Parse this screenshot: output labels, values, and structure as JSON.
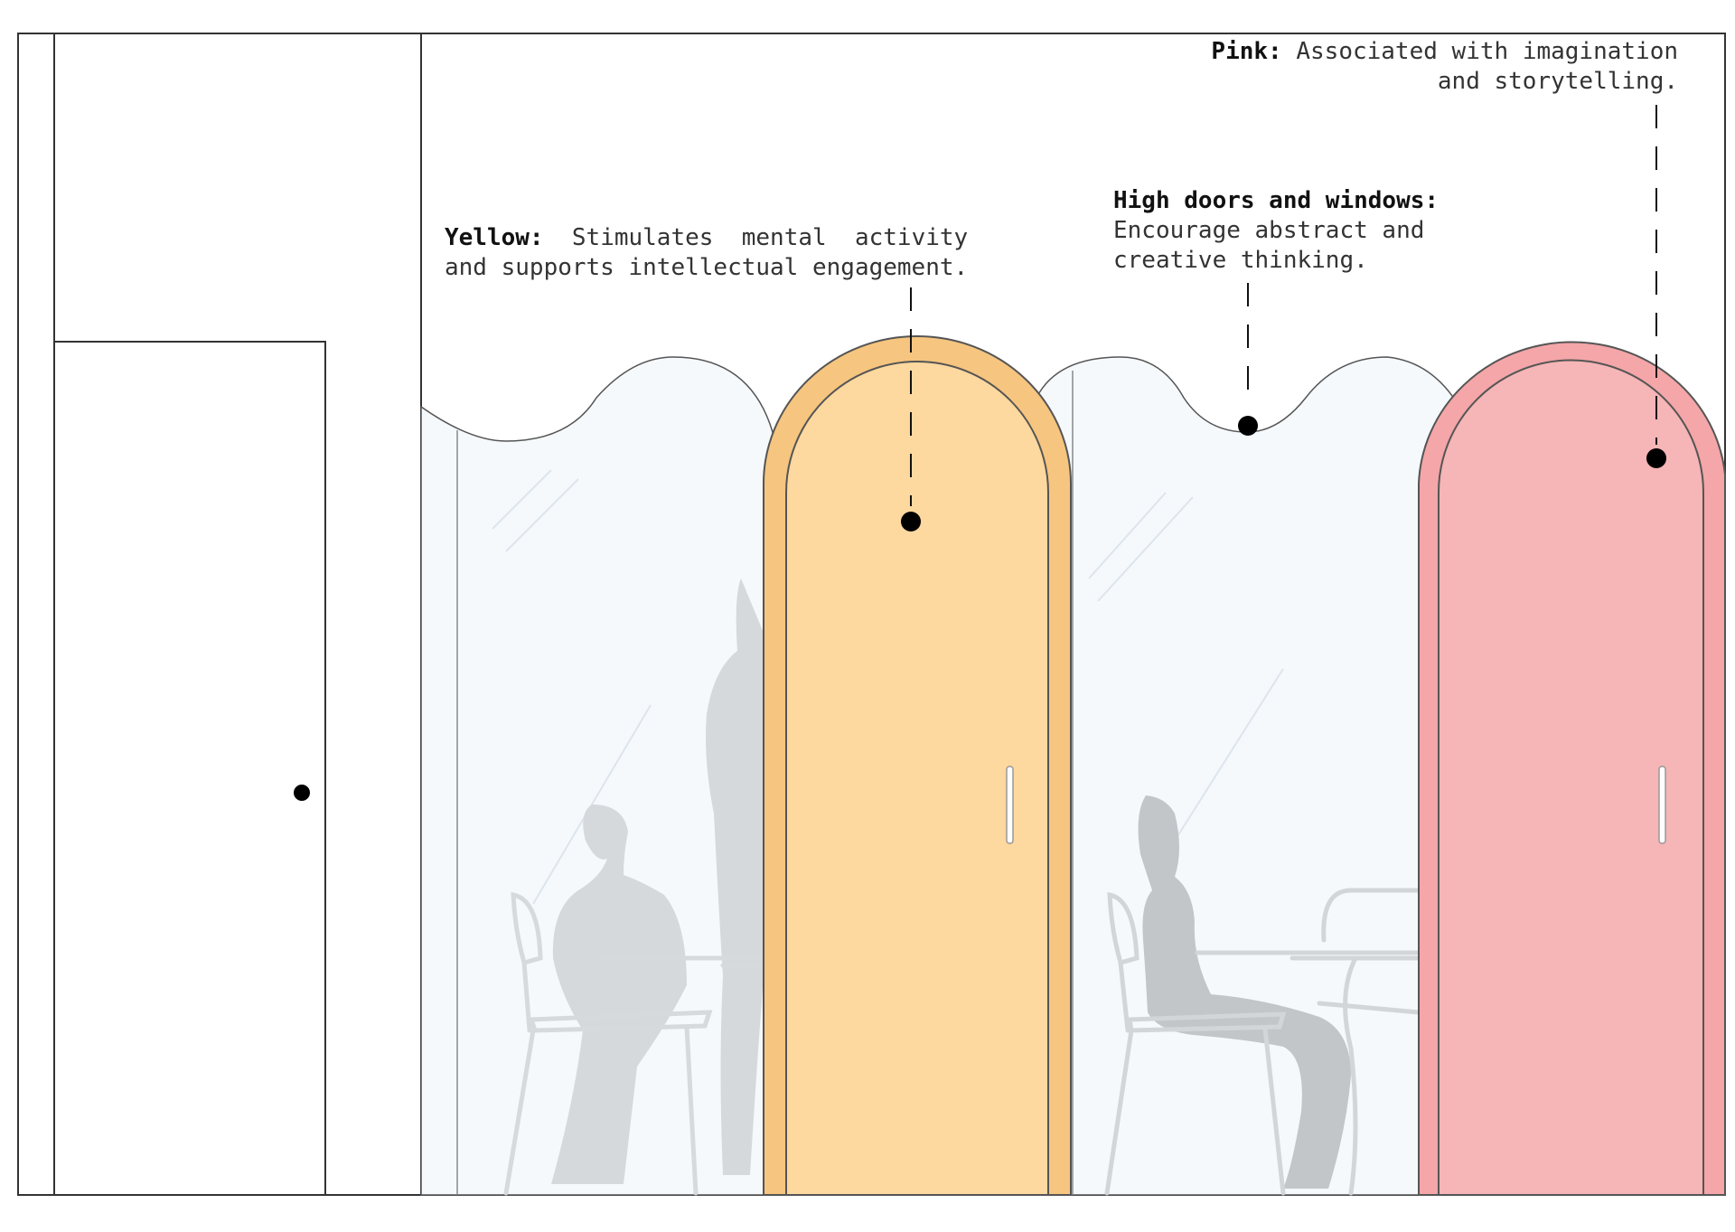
{
  "annotations": {
    "yellow": {
      "title": "Yellow:",
      "line1": "Stimulates  mental  activity",
      "line2": "and supports intellectual engagement."
    },
    "windows": {
      "title": "High doors and windows:",
      "line1": "Encourage abstract and",
      "line2": "creative thinking."
    },
    "pink": {
      "title": "Pink:",
      "line1": "Associated with imagination",
      "line2": "and storytelling."
    }
  },
  "colors": {
    "yellow_door": "#fdd89f",
    "yellow_frame": "#f6c57f",
    "pink_door": "#f6b5b6",
    "pink_frame": "#f4a6a8",
    "glass": "#f5f9fc",
    "line": "#333333",
    "silhouette": "#c9ced2"
  }
}
